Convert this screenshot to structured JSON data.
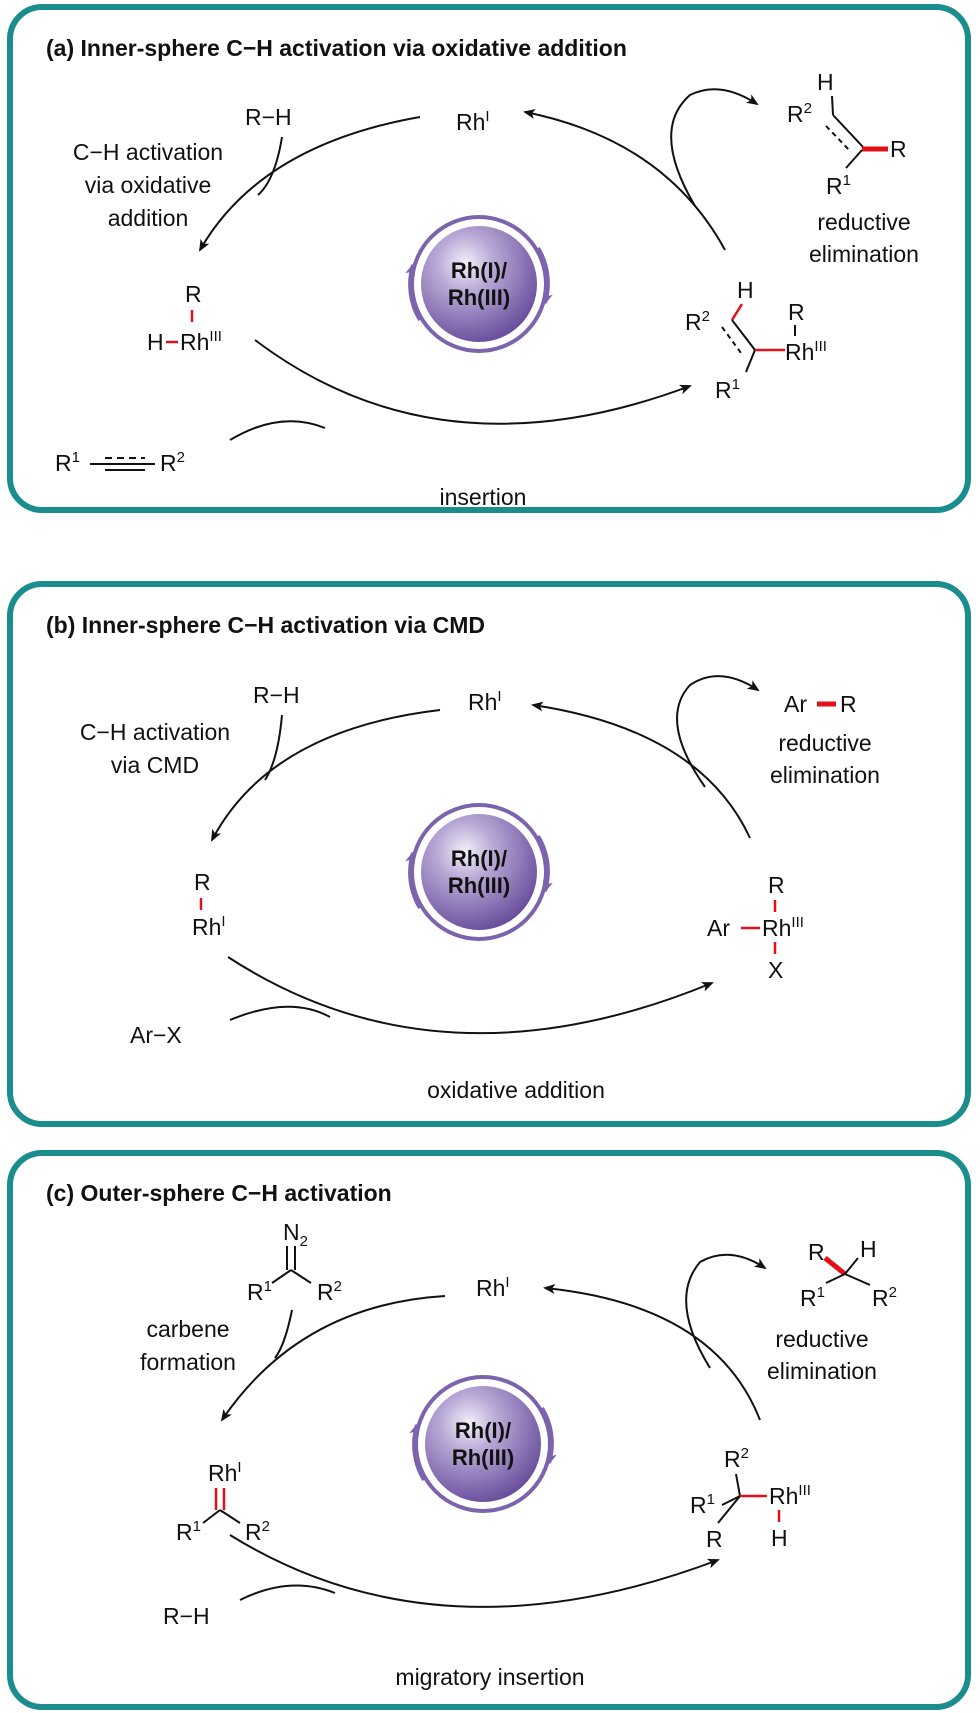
{
  "colors": {
    "frame": "#1a8d8c",
    "bond_highlight": "#e3101a",
    "hub_purple": "#8a76b8",
    "hub_ring": "#7b64ad"
  },
  "hub_label": [
    "Rh(I)/",
    "Rh(III)"
  ],
  "common": {
    "rh": "Rh",
    "sup_i": "I",
    "sup_iii": "III",
    "r": "R",
    "h": "H",
    "ar": "Ar",
    "x": "X",
    "sup_1": "1",
    "sup_2": "2",
    "n": "N",
    "sub_2": "2"
  },
  "panels": [
    {
      "id": "a",
      "title": "(a) Inner-sphere C−H activation via oxidative addition",
      "labels": {
        "reagent_top": "R−H",
        "step_left": [
          "C−H activation",
          "via oxidative",
          "addition"
        ],
        "step_right": [
          "reductive",
          "elimination"
        ],
        "step_bottom": "insertion"
      }
    },
    {
      "id": "b",
      "title": "(b) Inner-sphere C−H activation via CMD",
      "labels": {
        "reagent_top": "R−H",
        "step_left": [
          "C−H activation",
          "via CMD"
        ],
        "step_right": [
          "reductive",
          "elimination"
        ],
        "reagent_bottom": "Ar−X",
        "step_bottom": "oxidative addition"
      }
    },
    {
      "id": "c",
      "title": "(c) Outer-sphere C−H activation",
      "labels": {
        "step_left": [
          "carbene",
          "formation"
        ],
        "step_right": [
          "reductive",
          "elimination"
        ],
        "reagent_bottom": "R−H",
        "step_bottom": "migratory insertion"
      }
    }
  ]
}
